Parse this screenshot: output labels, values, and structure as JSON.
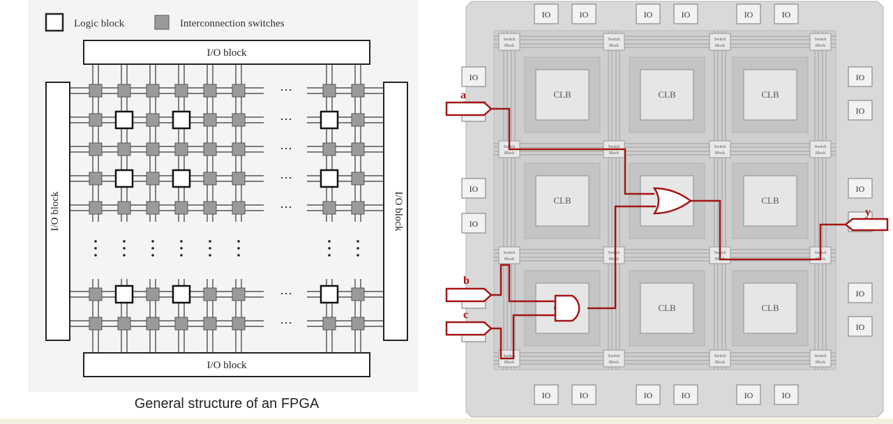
{
  "left_figure": {
    "legend": {
      "logic_block": "Logic block",
      "interconnection_switches": "Interconnection switches"
    },
    "io_top": "I/O block",
    "io_bottom": "I/O block",
    "io_left": "I/O block",
    "io_right": "I/O block",
    "ellipsis": "⋯",
    "caption": "General structure of an FPGA"
  },
  "right_figure": {
    "io_label": "IO",
    "clb_label": "CLB",
    "switch_label_1": "Switch",
    "switch_label_2": "Block",
    "inputs": [
      "a",
      "b",
      "c"
    ],
    "output": "y",
    "colors": {
      "wire": "#a31515",
      "board": "#d9d9d9",
      "panel": "#c8c8c8",
      "clb": "#e6e6e6"
    }
  }
}
